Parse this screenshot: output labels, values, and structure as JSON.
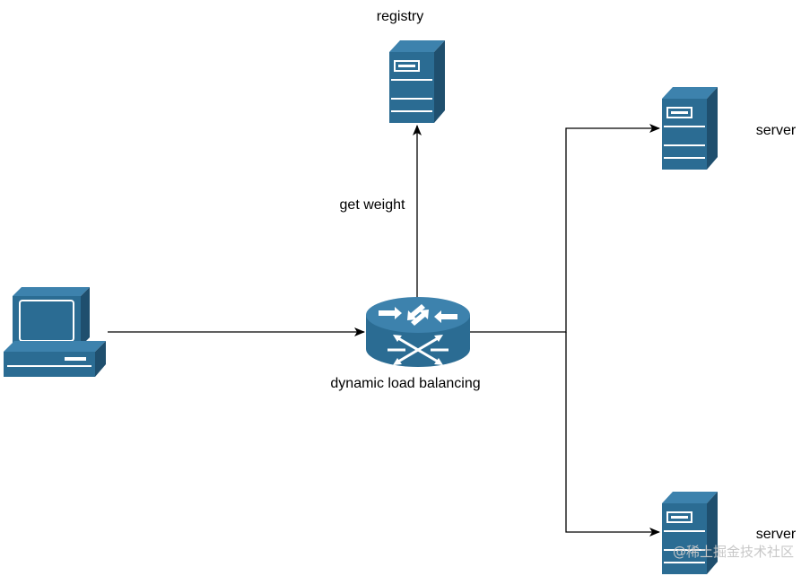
{
  "colors": {
    "device_front": "#2b6c93",
    "device_side": "#1f4f6e",
    "device_top": "#3d82ad",
    "detail": "#ffffff",
    "edge": "#000000"
  },
  "nodes": {
    "registry": {
      "label": "registry",
      "icon": "server-tower-icon"
    },
    "client": {
      "label": "",
      "icon": "desktop-computer-icon"
    },
    "balancer": {
      "label": "dynamic load balancing",
      "icon": "router-icon"
    },
    "server_top": {
      "label": "server",
      "icon": "server-tower-icon"
    },
    "server_bottom": {
      "label": "server",
      "icon": "server-tower-icon"
    }
  },
  "edges": {
    "balancer_to_registry": {
      "label": "get weight"
    },
    "client_to_balancer": {
      "label": ""
    },
    "balancer_to_servers": {
      "label": ""
    }
  },
  "watermark": {
    "text": "@稀土掘金技术社区"
  }
}
